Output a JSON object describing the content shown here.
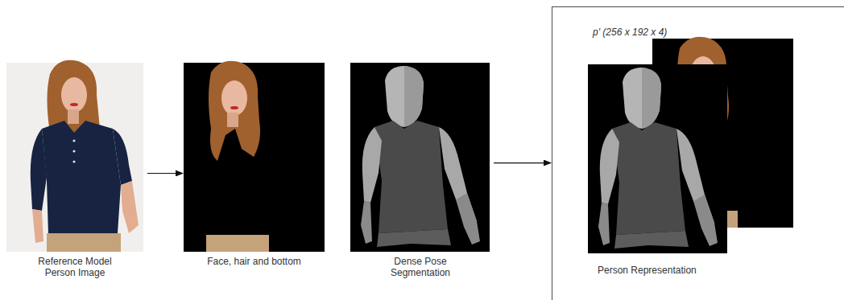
{
  "diagram": {
    "nodes": [
      {
        "text": [
          "Reference Model Person Image"
        ]
      },
      {
        "text": [
          "Face, hair and bottom"
        ]
      },
      {
        "text": [
          "Dense Pose Segmentation"
        ]
      },
      {
        "text": [
          "p' (256 x 192 x 4)",
          "Person Representation"
        ]
      }
    ],
    "edges": [
      {
        "from": 0,
        "to": 1,
        "arrow": "to"
      },
      {
        "from": 2,
        "to": 3,
        "arrow": "to"
      }
    ]
  }
}
